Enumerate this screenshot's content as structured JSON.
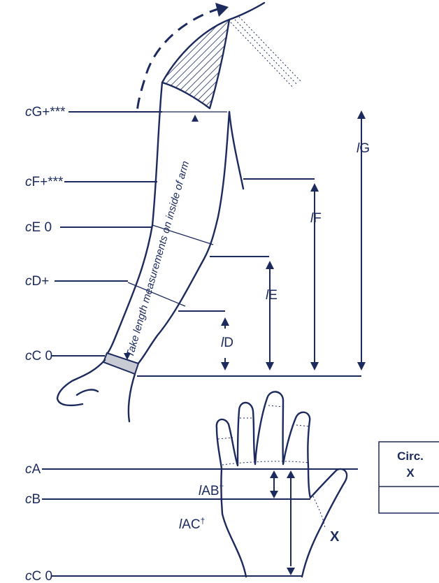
{
  "arm_labels": {
    "cG": "G+***",
    "cF": "F+***",
    "cE": "E 0",
    "cD": "D+",
    "cC": "C 0"
  },
  "circ_prefix": "c",
  "len_prefix": "l",
  "length_labels": {
    "G": "G",
    "F": "F",
    "E": "E",
    "D": "D"
  },
  "note": "Take length measurements on inside of arm",
  "hand_labels": {
    "cA": "A",
    "cB": "B",
    "cC": "C 0",
    "lAB": "AB",
    "lAC": "AC",
    "dagger": "†",
    "x_mark": "X"
  },
  "table": {
    "header_line1": "Circ.",
    "header_line2": "X"
  },
  "colors": {
    "ink": "#1d2a5e",
    "band": "#c9cbd4"
  }
}
